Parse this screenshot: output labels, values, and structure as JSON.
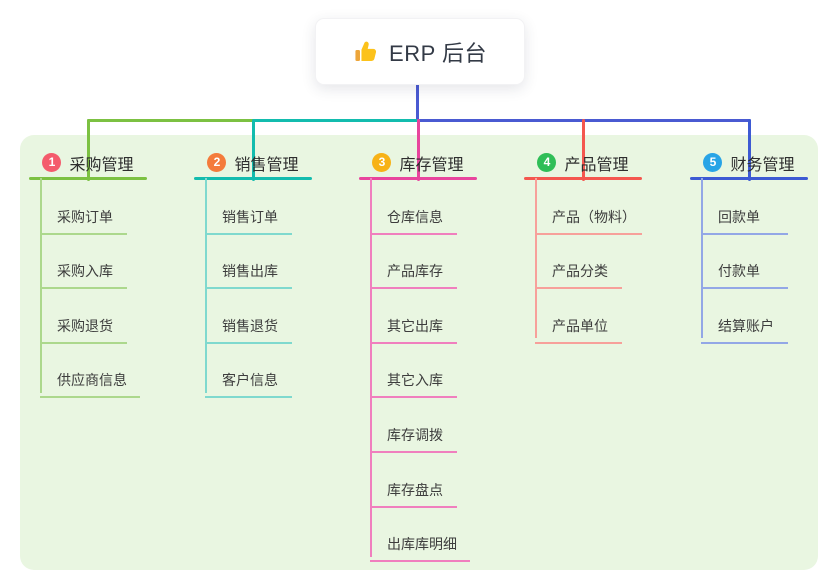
{
  "root": {
    "label": "ERP 后台",
    "icon": "thumbs-up"
  },
  "colors": {
    "page_bg": "#ffffff",
    "panel_bg": "#e9f6e1",
    "connector": "#4a5ad2",
    "root_text": "#333a46",
    "heading_text": "#2e2e2e",
    "item_text": "#3d3d3d"
  },
  "branches": [
    {
      "number": "1",
      "title": "采购管理",
      "badge_color": "#f45b6c",
      "line_color": "#7cc142",
      "sub_line_color": "#acd88c",
      "items": [
        "采购订单",
        "采购入库",
        "采购退货",
        "供应商信息"
      ]
    },
    {
      "number": "2",
      "title": "销售管理",
      "badge_color": "#f47b3b",
      "line_color": "#13bcae",
      "sub_line_color": "#7fd9ce",
      "items": [
        "销售订单",
        "销售出库",
        "销售退货",
        "客户信息"
      ]
    },
    {
      "number": "3",
      "title": "库存管理",
      "badge_color": "#f7b217",
      "line_color": "#e8459d",
      "sub_line_color": "#f07fbe",
      "items": [
        "仓库信息",
        "产品库存",
        "其它出库",
        "其它入库",
        "库存调拨",
        "库存盘点",
        "出库库明细"
      ]
    },
    {
      "number": "4",
      "title": "产品管理",
      "badge_color": "#2fbe57",
      "line_color": "#f4574f",
      "sub_line_color": "#f7a09a",
      "items": [
        "产品（物料）",
        "产品分类",
        "产品单位"
      ]
    },
    {
      "number": "5",
      "title": "财务管理",
      "badge_color": "#28a4e6",
      "line_color": "#3d5ad3",
      "sub_line_color": "#93a7e6",
      "items": [
        "回款单",
        "付款单",
        "结算账户"
      ]
    }
  ]
}
